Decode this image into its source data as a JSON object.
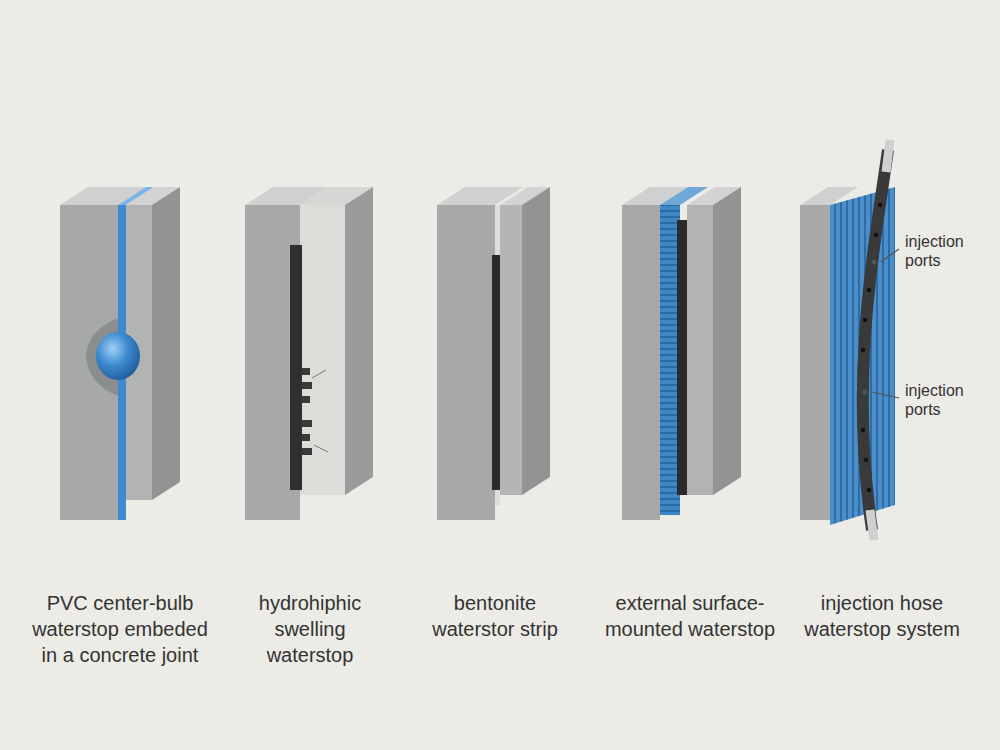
{
  "diagram": {
    "labels": [
      "PVC center-bulb waterstop embeded in a concrete joint",
      "hydrohiphic swelling waterstop",
      "bentonite waterstor strip",
      "external surface-mounted waterstop",
      "injection hose waterstop system",
      "injection ports",
      "injection ports"
    ]
  }
}
